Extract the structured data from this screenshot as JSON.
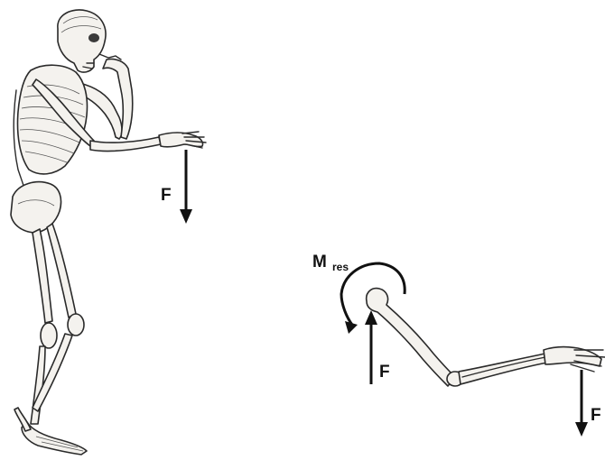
{
  "labels": {
    "force_left": "F",
    "force_shoulder": "F",
    "force_hand": "F",
    "moment_main": "M",
    "moment_sub": "res"
  },
  "colors": {
    "ink": "#111111",
    "bone_fill": "#f4f2ee",
    "bone_stroke": "#2a2a2a"
  },
  "icons": {
    "skeleton": "skeleton-illustration",
    "arm": "arm-bones-illustration",
    "moment_arrow": "curved-arrow-icon",
    "force_arrow": "straight-arrow-icon"
  }
}
